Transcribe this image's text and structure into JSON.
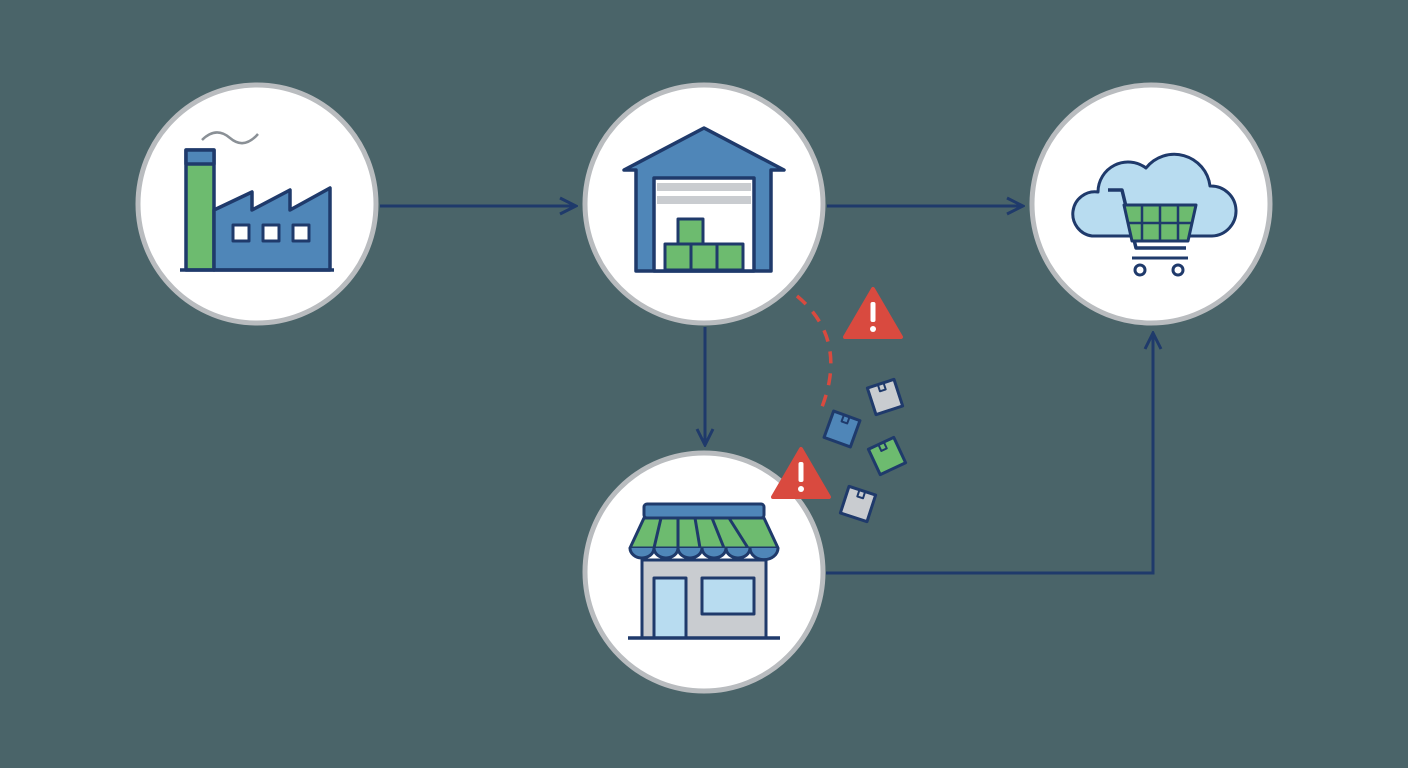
{
  "colors": {
    "background": "#4a6469",
    "line": "#1f3a6b",
    "node_fill": "#ffffff",
    "node_ring": "#b9bcbf",
    "blue": "#4f86b8",
    "green": "#6dbb6f",
    "light_blue": "#b8dcf0",
    "gray": "#c9ccd0",
    "alert": "#d94a3f"
  },
  "nodes": [
    {
      "id": "factory",
      "icon": "factory-icon"
    },
    {
      "id": "warehouse",
      "icon": "warehouse-icon"
    },
    {
      "id": "online-store",
      "icon": "cloud-shopping-cart-icon"
    },
    {
      "id": "retail-store",
      "icon": "storefront-icon"
    }
  ],
  "edges": [
    {
      "from": "factory",
      "to": "warehouse"
    },
    {
      "from": "warehouse",
      "to": "online-store"
    },
    {
      "from": "warehouse",
      "to": "retail-store"
    },
    {
      "from": "retail-store",
      "to": "online-store"
    }
  ],
  "disruption": {
    "path": "dashed",
    "alerts": 2,
    "icon": "warning-icon",
    "scattered_packages": 4
  }
}
